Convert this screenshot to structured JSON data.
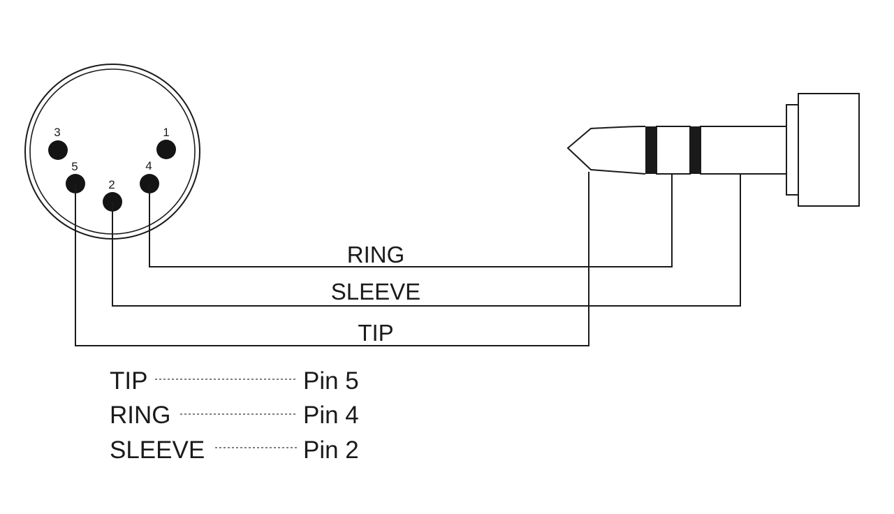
{
  "connector": {
    "pins": [
      {
        "number": "3"
      },
      {
        "number": "1"
      },
      {
        "number": "5"
      },
      {
        "number": "4"
      },
      {
        "number": "2"
      }
    ]
  },
  "wires": [
    {
      "label": "RING"
    },
    {
      "label": "SLEEVE"
    },
    {
      "label": "TIP"
    }
  ],
  "legend": [
    {
      "signal": "TIP",
      "pin": "Pin 5"
    },
    {
      "signal": "RING",
      "pin": "Pin 4"
    },
    {
      "signal": "SLEEVE",
      "pin": "Pin 2"
    }
  ]
}
